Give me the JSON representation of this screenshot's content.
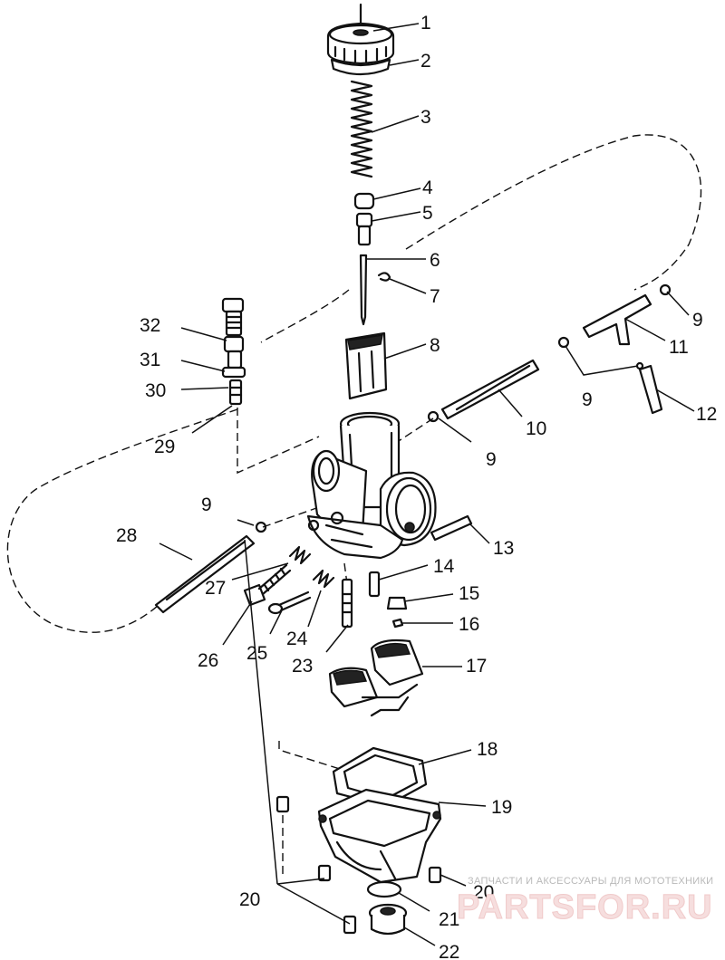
{
  "diagram": {
    "callouts": [
      {
        "id": "1",
        "label": "1"
      },
      {
        "id": "2",
        "label": "2"
      },
      {
        "id": "3",
        "label": "3"
      },
      {
        "id": "4",
        "label": "4"
      },
      {
        "id": "5",
        "label": "5"
      },
      {
        "id": "6",
        "label": "6"
      },
      {
        "id": "7",
        "label": "7"
      },
      {
        "id": "8",
        "label": "8"
      },
      {
        "id": "9a",
        "label": "9"
      },
      {
        "id": "9b",
        "label": "9"
      },
      {
        "id": "9c",
        "label": "9"
      },
      {
        "id": "9d",
        "label": "9"
      },
      {
        "id": "10",
        "label": "10"
      },
      {
        "id": "11",
        "label": "11"
      },
      {
        "id": "12",
        "label": "12"
      },
      {
        "id": "13",
        "label": "13"
      },
      {
        "id": "14",
        "label": "14"
      },
      {
        "id": "15",
        "label": "15"
      },
      {
        "id": "16",
        "label": "16"
      },
      {
        "id": "17",
        "label": "17"
      },
      {
        "id": "18",
        "label": "18"
      },
      {
        "id": "19",
        "label": "19"
      },
      {
        "id": "20a",
        "label": "20"
      },
      {
        "id": "20b",
        "label": "20"
      },
      {
        "id": "21",
        "label": "21"
      },
      {
        "id": "22",
        "label": "22"
      },
      {
        "id": "23",
        "label": "23"
      },
      {
        "id": "24",
        "label": "24"
      },
      {
        "id": "25",
        "label": "25"
      },
      {
        "id": "26",
        "label": "26"
      },
      {
        "id": "27",
        "label": "27"
      },
      {
        "id": "28",
        "label": "28"
      },
      {
        "id": "29",
        "label": "29"
      },
      {
        "id": "30",
        "label": "30"
      },
      {
        "id": "31",
        "label": "31"
      },
      {
        "id": "32",
        "label": "32"
      }
    ]
  },
  "watermark": {
    "tagline": "ЗАПЧАСТИ И АКСЕССУАРЫ ДЛЯ МОТОТЕХНИКИ",
    "site": "PARTSFOR.RU"
  }
}
